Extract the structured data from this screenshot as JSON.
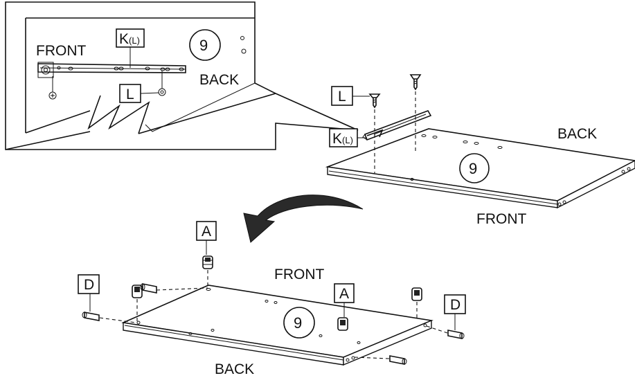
{
  "callout": {
    "front": "FRONT",
    "back": "BACK",
    "part_number": "9",
    "rail_label_main": "K",
    "rail_label_sub": "(L)",
    "screw_label": "L"
  },
  "upper_panel": {
    "back": "BACK",
    "front": "FRONT",
    "part_number": "9",
    "screw_label": "L",
    "rail_label_main": "K",
    "rail_label_sub": "(L)"
  },
  "lower_panel": {
    "front": "FRONT",
    "back": "BACK",
    "part_number": "9",
    "cam_label_left": "A",
    "cam_label_right": "A",
    "dowel_label_left": "D",
    "dowel_label_right": "D"
  }
}
